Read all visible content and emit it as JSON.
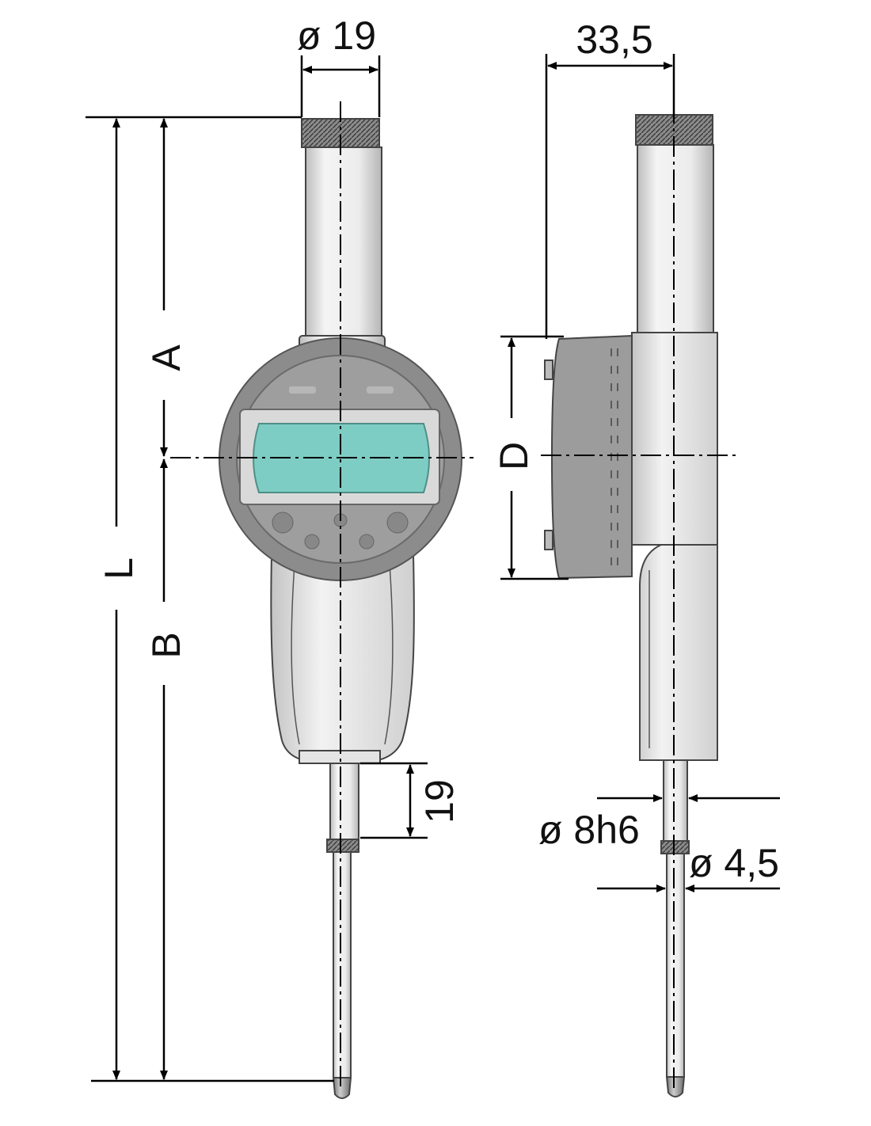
{
  "dimensions": {
    "stem_diameter": "ø 19",
    "depth": "33,5",
    "label_a": "A",
    "label_b": "B",
    "label_l": "L",
    "label_d": "D",
    "stem_length": "19",
    "spindle_diameter": "ø 8h6",
    "stylus_diameter": "ø 4,5"
  },
  "colors": {
    "display": "#7ecdc4",
    "bezel": "#8a8a8a",
    "body": "#eeeeee",
    "dark_panel": "#9a9a9a"
  }
}
